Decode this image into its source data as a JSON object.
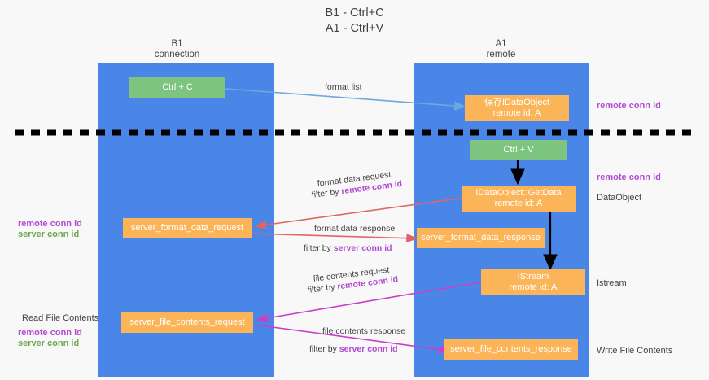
{
  "title": {
    "line1": "B1 - Ctrl+C",
    "line2": "A1 - Ctrl+V"
  },
  "colors": {
    "lane": "#4a86e8",
    "green_box": "#7cc47f",
    "orange_box": "#fbb458",
    "purple_text": "#b34ad1",
    "green_text": "#6aa84f",
    "grey_text": "#434343",
    "arrow_blue": "#6fa8dc",
    "arrow_red": "#e06666",
    "arrow_magenta": "#c840c8",
    "arrow_black": "#000000",
    "background": "#f8f8f8"
  },
  "lanes": [
    {
      "id": "b1",
      "title": "B1",
      "subtitle": "connection"
    },
    {
      "id": "a1",
      "title": "A1",
      "subtitle": "remote"
    }
  ],
  "nodes": [
    {
      "id": "ctrl-c",
      "line1": "Ctrl + C",
      "line2": "",
      "color": "green"
    },
    {
      "id": "save-idataobject",
      "line1": "保存IDataObject",
      "line2": "remote id: A",
      "color": "orange"
    },
    {
      "id": "ctrl-v",
      "line1": "Ctrl + V",
      "line2": "",
      "color": "green"
    },
    {
      "id": "idataobject-getdata",
      "line1": "IDataObject::GetData",
      "line2": "remote id: A",
      "color": "orange"
    },
    {
      "id": "server-format-data-request",
      "line1": "server_format_data_request",
      "line2": "",
      "color": "orange"
    },
    {
      "id": "server-format-data-response",
      "line1": "server_format_data_response",
      "line2": "",
      "color": "orange"
    },
    {
      "id": "istream",
      "line1": "IStream",
      "line2": "remote id: A",
      "color": "orange"
    },
    {
      "id": "server-file-contents-request",
      "line1": "server_file_contents_request",
      "line2": "",
      "color": "orange"
    },
    {
      "id": "server-file-contents-response",
      "line1": "server_file_contents_response",
      "line2": "",
      "color": "orange"
    }
  ],
  "edge_labels": {
    "format_list": "format list",
    "format_data_request": "format data request",
    "format_data_request_filter_prefix": "filter by ",
    "format_data_request_filter_value": "remote conn id",
    "format_data_response": "format data response",
    "format_data_response_filter_prefix": "filter by ",
    "format_data_response_filter_value": "server conn id",
    "file_contents_request": "file contents request",
    "file_contents_request_filter_prefix": "filter by ",
    "file_contents_request_filter_value": "remote conn id",
    "file_contents_response": "file contents response",
    "file_contents_response_filter_prefix": "filter by ",
    "file_contents_response_filter_value": "server conn id"
  },
  "annotations": {
    "right_remote_conn_id_top": "remote conn id",
    "right_remote_conn_id_mid": "remote conn id",
    "right_dataobject": "DataObject",
    "right_istream": "Istream",
    "right_write_file_contents": "Write File Contents",
    "left_remote_conn_id": "remote conn id",
    "left_server_conn_id": "server conn id",
    "left_read_file_contents": "Read File Contents",
    "left_remote_conn_id_2": "remote conn id",
    "left_server_conn_id_2": "server conn id"
  }
}
